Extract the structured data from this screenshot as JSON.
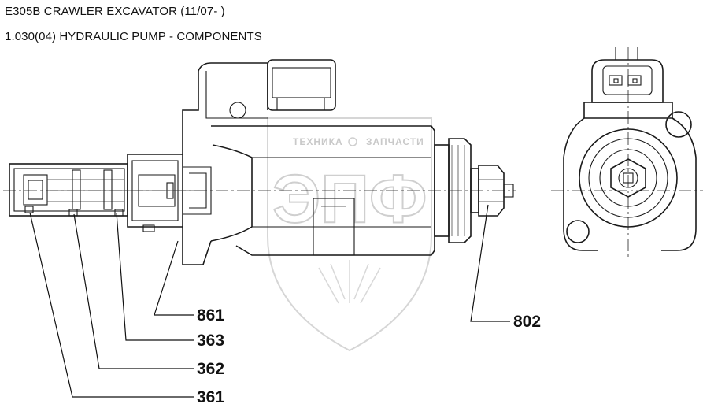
{
  "header": {
    "title": "E305B CRAWLER EXCAVATOR (11/07- )",
    "subtitle": "1.030(04) HYDRAULIC PUMP - COMPONENTS"
  },
  "watermark": {
    "top_text": "ТЕХНИКА",
    "top_text_right": "ЗАПЧАСТИ",
    "big_text": "ЭПФ"
  },
  "callouts": [
    {
      "id": "861",
      "label": "861"
    },
    {
      "id": "363",
      "label": "363"
    },
    {
      "id": "362",
      "label": "362"
    },
    {
      "id": "361",
      "label": "361"
    },
    {
      "id": "802",
      "label": "802"
    }
  ],
  "colors": {
    "line": "#1a1a1a",
    "watermark": "#cfcfcf",
    "background": "#ffffff"
  }
}
